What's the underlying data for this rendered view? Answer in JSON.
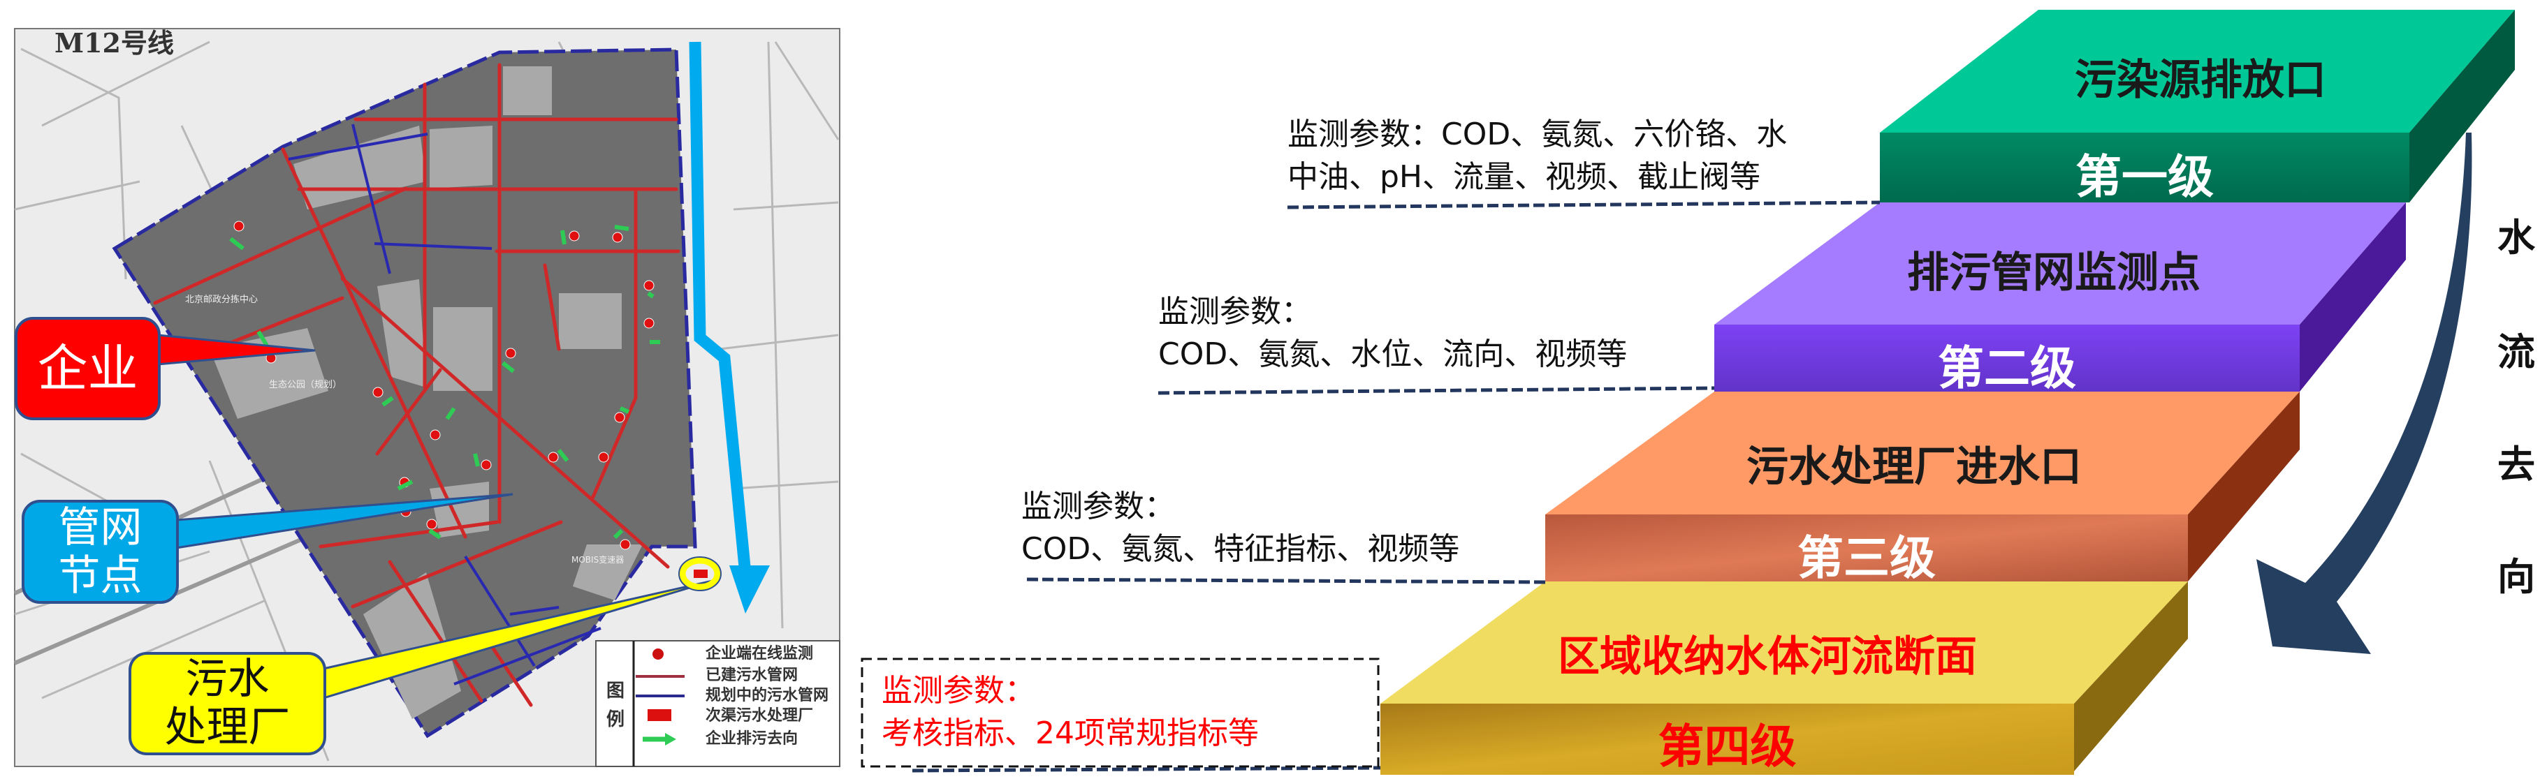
{
  "map": {
    "line_label": "M12号线",
    "place_labels": [
      "北京邮政分拣中心",
      "生态公园（规划）",
      "MOBIS变速器"
    ],
    "callouts": {
      "enterprise": "企业",
      "pipe_node_line1": "管网",
      "pipe_node_line2": "节点",
      "plant_line1": "污水",
      "plant_line2": "处理厂"
    },
    "legend": {
      "title_char1": "图",
      "title_char2": "例",
      "items": [
        {
          "label": "企业端在线监测",
          "symbol": "red-dot"
        },
        {
          "label": "已建污水管网",
          "symbol": "red-line"
        },
        {
          "label": "规划中的污水管网",
          "symbol": "blue-line"
        },
        {
          "label": "次渠污水处理厂",
          "symbol": "red-rect"
        },
        {
          "label": "企业排污去向",
          "symbol": "green-arrow"
        }
      ]
    },
    "colors": {
      "enterprise": "#ff0000",
      "pipe_node": "#00a8e8",
      "plant": "#ffff00",
      "flow_arrow": "#00aaee"
    }
  },
  "levels": [
    {
      "title": "污染源排放口",
      "level": "第一级",
      "params_line1": "监测参数：COD、氨氮、六价铬、水",
      "params_line2": "中油、pH、流量、视频、截止阀等",
      "color": "#00c896"
    },
    {
      "title": "排污管网监测点",
      "level": "第二级",
      "params_line1": "监测参数：",
      "params_line2": "COD、氨氮、水位、流向、视频等",
      "color": "#a57cff"
    },
    {
      "title": "污水处理厂进水口",
      "level": "第三级",
      "params_line1": "监测参数：",
      "params_line2": "COD、氨氮、特征指标、视频等",
      "color": "#ff9a66"
    },
    {
      "title": "区域收纳水体河流断面",
      "level": "第四级",
      "params_line1": "监测参数：",
      "params_line2": "考核指标、24项常规指标等",
      "color": "#f0dc60"
    }
  ],
  "flow_direction": {
    "c1": "水",
    "c2": "流",
    "c3": "去",
    "c4": "向"
  }
}
